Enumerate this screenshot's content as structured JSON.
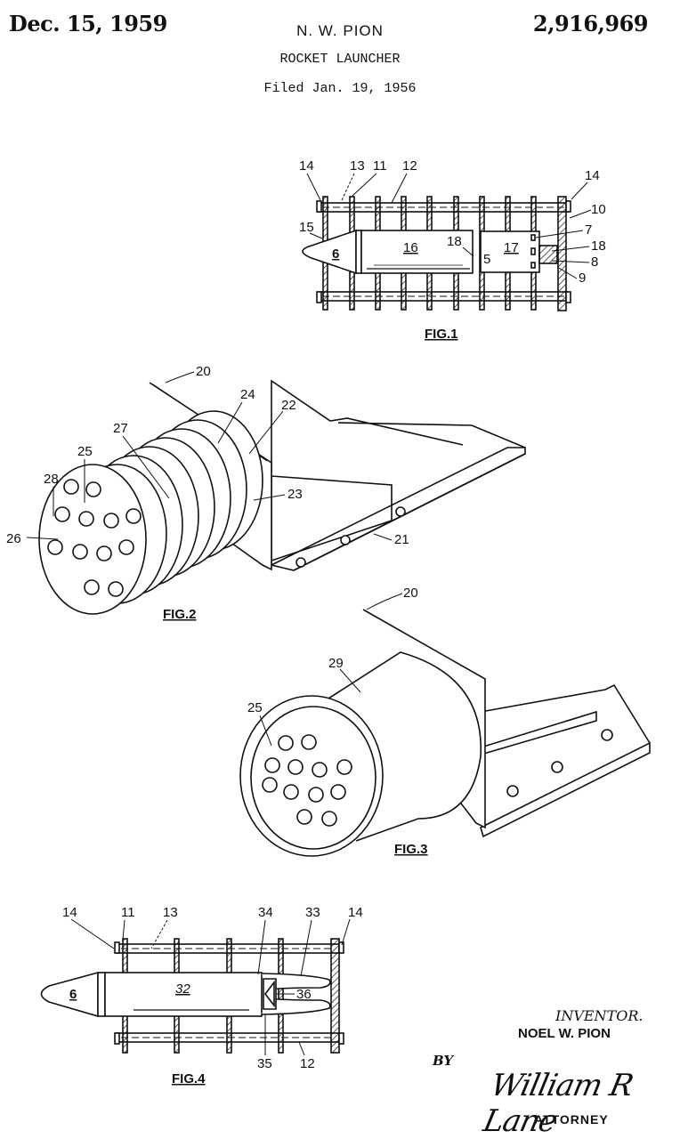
{
  "header": {
    "date": "Dec. 15, 1959",
    "inventor_short": "N. W. PION",
    "patent_number": "2,916,969",
    "title": "ROCKET LAUNCHER",
    "filed": "Filed Jan. 19, 1956"
  },
  "figures": [
    {
      "caption": "FIG.1",
      "labels": [
        "14",
        "13",
        "11",
        "12",
        "14",
        "10",
        "15",
        "6",
        "16",
        "18",
        "5",
        "17",
        "7",
        "18",
        "8",
        "9"
      ]
    },
    {
      "caption": "FIG.2",
      "labels": [
        "20",
        "24",
        "22",
        "27",
        "25",
        "28",
        "23",
        "26",
        "21"
      ]
    },
    {
      "caption": "FIG.3",
      "labels": [
        "20",
        "29",
        "25"
      ]
    },
    {
      "caption": "FIG.4",
      "labels": [
        "14",
        "11",
        "13",
        "34",
        "33",
        "14",
        "6",
        "32",
        "36",
        "35",
        "12"
      ]
    }
  ],
  "footer": {
    "inventor_label": "INVENTOR.",
    "inventor_name": "NOEL W. PION",
    "by": "BY",
    "signature": "William R Lane",
    "attorney_label": "ATTORNEY"
  }
}
